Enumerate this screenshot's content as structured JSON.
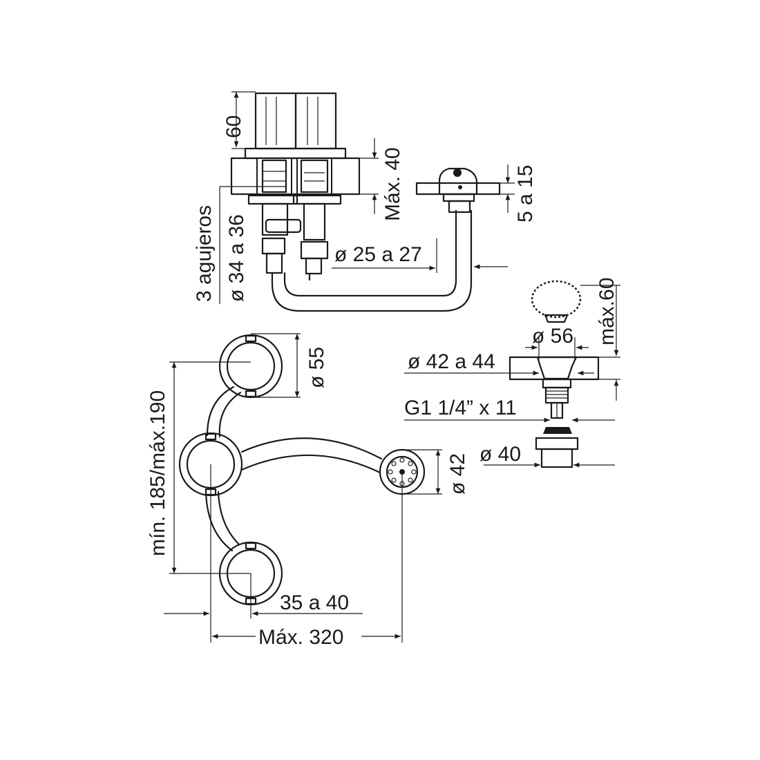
{
  "labels": {
    "height_60": "60",
    "max_40": "Máx. 40",
    "holes_count": "3 agujeros",
    "holes_diameter": "ø 34 a 36",
    "pipe_diameter": "ø 25 a 27",
    "deck_range": "5 a 15",
    "max_60": "máx.60",
    "drain_56": "ø 56",
    "drain_hole": "ø 42 a 44",
    "thread": "G1 1/4” x 11",
    "drain_40": "ø 40",
    "knob_55": "ø 55",
    "spout_42": "ø 42",
    "spacing_vertical": "mín. 185/máx.190",
    "offset": "35 a 40",
    "max_320": "Máx. 320"
  },
  "colors": {
    "line": "#1a1a1a",
    "background": "#ffffff"
  }
}
